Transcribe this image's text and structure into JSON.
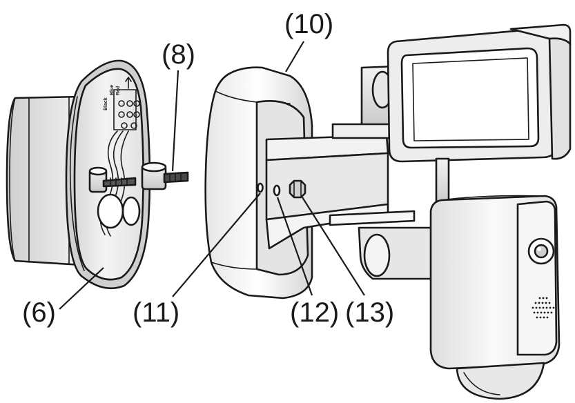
{
  "callouts": [
    {
      "id": "mounting-plate",
      "label": "(6)"
    },
    {
      "id": "screw",
      "label": "(8)"
    },
    {
      "id": "housing-cover",
      "label": "(10)"
    },
    {
      "id": "hole-left",
      "label": "(11)"
    },
    {
      "id": "hole-right",
      "label": "(12)"
    },
    {
      "id": "nut",
      "label": "(13)"
    }
  ],
  "plate_markings": [
    "Blue",
    "Red",
    "Black"
  ],
  "colors": {
    "line": "#1a1a1a",
    "fill": "#ffffff",
    "shade": "#dcdcdc",
    "dark": "#bdbdbd"
  }
}
